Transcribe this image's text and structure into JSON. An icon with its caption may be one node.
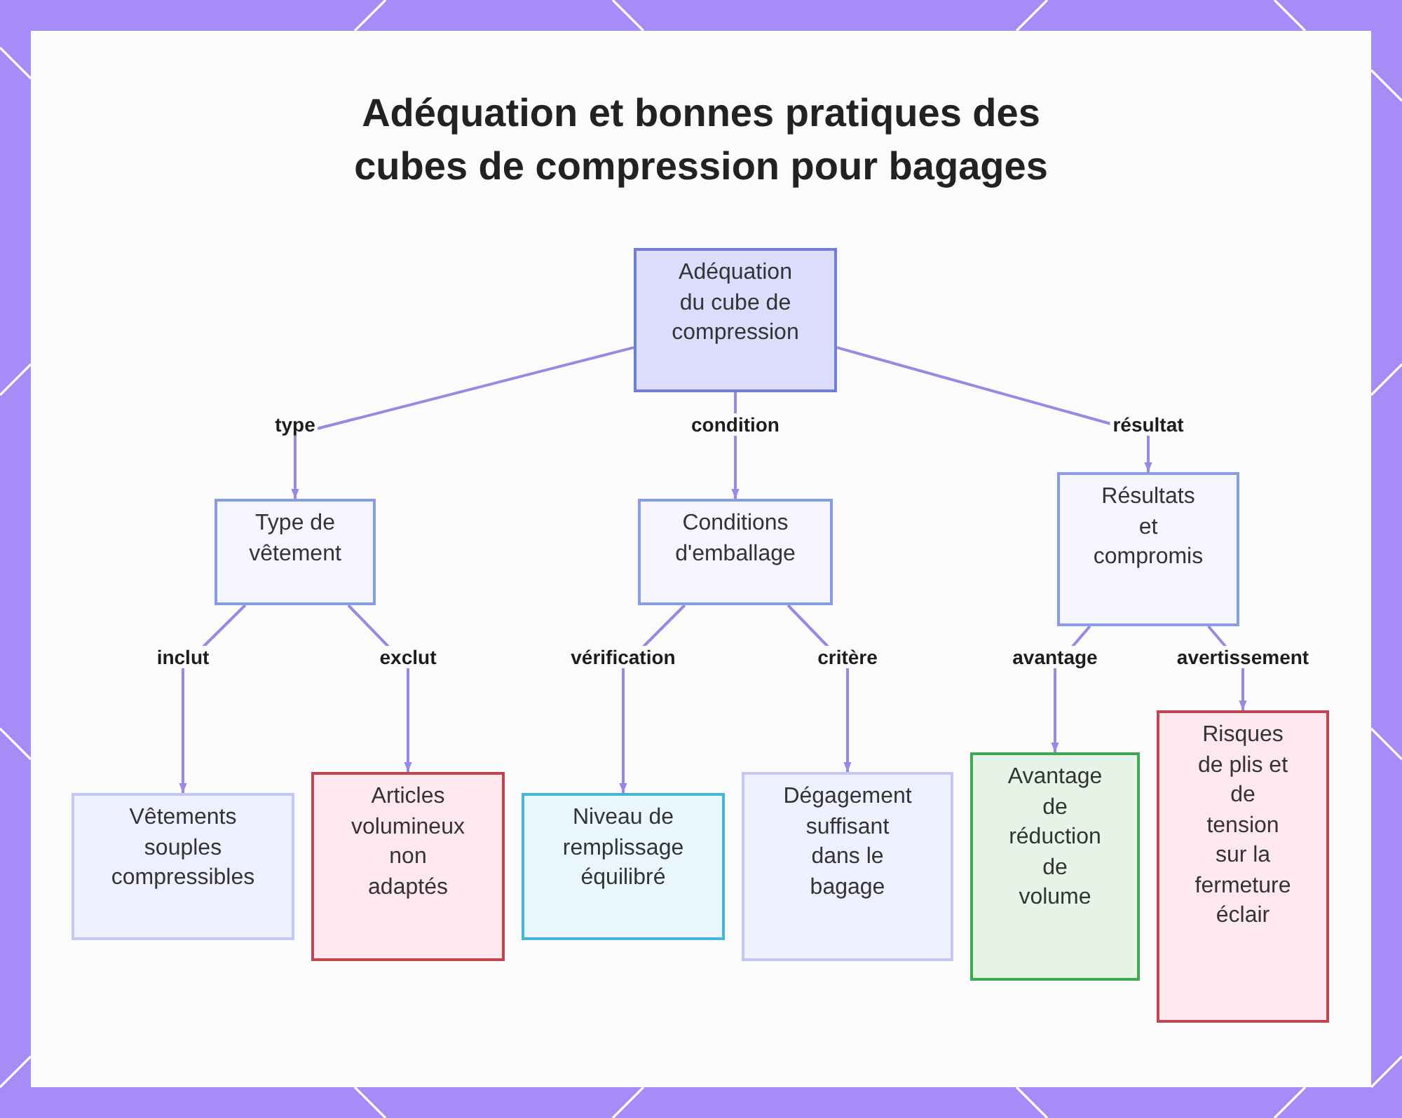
{
  "diagram": {
    "title": "Adéquation et bonnes pratiques des cubes de compression pour bagages",
    "nodes": [
      {
        "text": [
          "Adéquation du cube de compression"
        ]
      },
      {
        "text": [
          "Type de vêtement"
        ]
      },
      {
        "text": [
          "Conditions d'emballage"
        ]
      },
      {
        "text": [
          "Résultats et compromis"
        ]
      },
      {
        "text": [
          "Vêtements souples compressibles"
        ]
      },
      {
        "text": [
          "Articles volumineux non adaptés"
        ]
      },
      {
        "text": [
          "Niveau de remplissage équilibré"
        ]
      },
      {
        "text": [
          "Dégagement suffisant dans le bagage"
        ]
      },
      {
        "text": [
          "Avantage de réduction de volume"
        ]
      },
      {
        "text": [
          "Risques de plis et de tension sur la fermeture éclair"
        ]
      }
    ],
    "edges": [
      {
        "from": 0,
        "to": 1,
        "arrow": "to",
        "label": "type"
      },
      {
        "from": 0,
        "to": 2,
        "arrow": "to",
        "label": "condition"
      },
      {
        "from": 0,
        "to": 3,
        "arrow": "to",
        "label": "résultat"
      },
      {
        "from": 1,
        "to": 4,
        "arrow": "to",
        "label": "inclut"
      },
      {
        "from": 1,
        "to": 5,
        "arrow": "to",
        "label": "exclut"
      },
      {
        "from": 2,
        "to": 6,
        "arrow": "to",
        "label": "vérification"
      },
      {
        "from": 2,
        "to": 7,
        "arrow": "to",
        "label": "critère"
      },
      {
        "from": 3,
        "to": 8,
        "arrow": "to",
        "label": "avantage"
      },
      {
        "from": 3,
        "to": 9,
        "arrow": "to",
        "label": "avertissement"
      }
    ]
  }
}
